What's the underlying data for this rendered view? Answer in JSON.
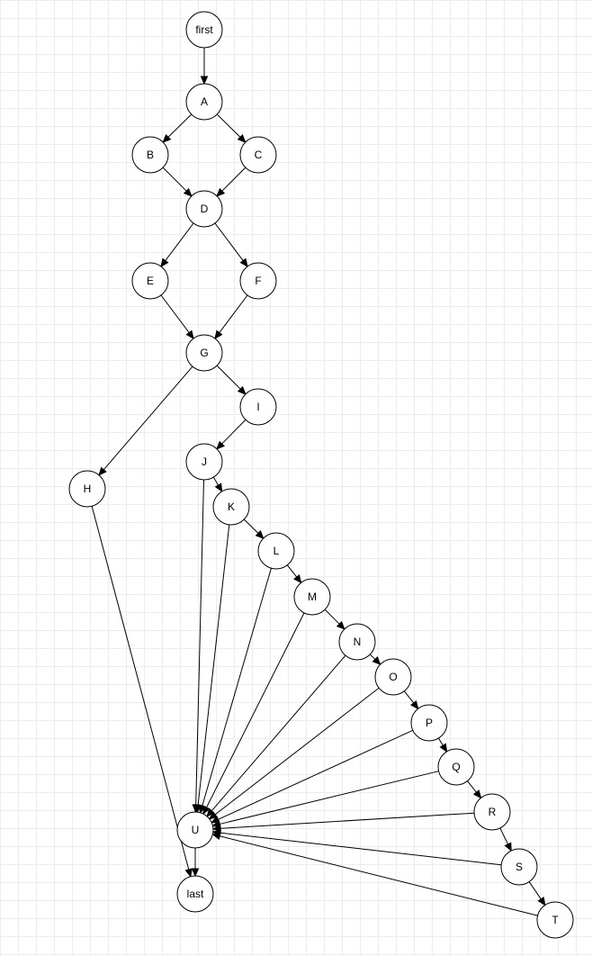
{
  "diagram": {
    "nodes": [
      {
        "id": "first",
        "label": "first"
      },
      {
        "id": "A",
        "label": "A"
      },
      {
        "id": "B",
        "label": "B"
      },
      {
        "id": "C",
        "label": "C"
      },
      {
        "id": "D",
        "label": "D"
      },
      {
        "id": "E",
        "label": "E"
      },
      {
        "id": "F",
        "label": "F"
      },
      {
        "id": "G",
        "label": "G"
      },
      {
        "id": "I",
        "label": "I"
      },
      {
        "id": "H",
        "label": "H"
      },
      {
        "id": "J",
        "label": "J"
      },
      {
        "id": "K",
        "label": "K"
      },
      {
        "id": "L",
        "label": "L"
      },
      {
        "id": "M",
        "label": "M"
      },
      {
        "id": "N",
        "label": "N"
      },
      {
        "id": "O",
        "label": "O"
      },
      {
        "id": "P",
        "label": "P"
      },
      {
        "id": "Q",
        "label": "Q"
      },
      {
        "id": "R",
        "label": "R"
      },
      {
        "id": "S",
        "label": "S"
      },
      {
        "id": "T",
        "label": "T"
      },
      {
        "id": "U",
        "label": "U"
      },
      {
        "id": "last",
        "label": "last"
      }
    ],
    "edges": [
      {
        "from": "first",
        "to": "A"
      },
      {
        "from": "A",
        "to": "B"
      },
      {
        "from": "A",
        "to": "C"
      },
      {
        "from": "B",
        "to": "D"
      },
      {
        "from": "C",
        "to": "D"
      },
      {
        "from": "D",
        "to": "E"
      },
      {
        "from": "D",
        "to": "F"
      },
      {
        "from": "E",
        "to": "G"
      },
      {
        "from": "F",
        "to": "G"
      },
      {
        "from": "G",
        "to": "H"
      },
      {
        "from": "G",
        "to": "I"
      },
      {
        "from": "I",
        "to": "J"
      },
      {
        "from": "J",
        "to": "K"
      },
      {
        "from": "K",
        "to": "L"
      },
      {
        "from": "L",
        "to": "M"
      },
      {
        "from": "M",
        "to": "N"
      },
      {
        "from": "N",
        "to": "O"
      },
      {
        "from": "O",
        "to": "P"
      },
      {
        "from": "P",
        "to": "Q"
      },
      {
        "from": "Q",
        "to": "R"
      },
      {
        "from": "R",
        "to": "S"
      },
      {
        "from": "S",
        "to": "T"
      },
      {
        "from": "J",
        "to": "U"
      },
      {
        "from": "K",
        "to": "U"
      },
      {
        "from": "L",
        "to": "U"
      },
      {
        "from": "M",
        "to": "U"
      },
      {
        "from": "N",
        "to": "U"
      },
      {
        "from": "O",
        "to": "U"
      },
      {
        "from": "P",
        "to": "U"
      },
      {
        "from": "Q",
        "to": "U"
      },
      {
        "from": "R",
        "to": "U"
      },
      {
        "from": "S",
        "to": "U"
      },
      {
        "from": "T",
        "to": "U"
      },
      {
        "from": "U",
        "to": "last"
      },
      {
        "from": "H",
        "to": "last"
      }
    ]
  }
}
